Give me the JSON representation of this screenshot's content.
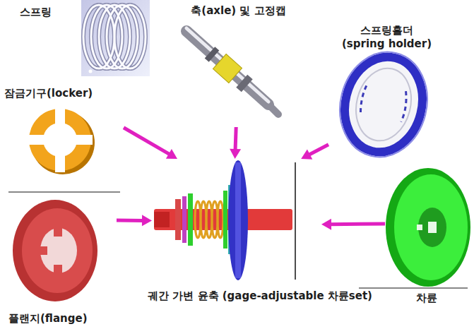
{
  "diagram": {
    "nodes": [
      {
        "text": [
          "스프링"
        ]
      },
      {
        "text": [
          "축(axle) 및 고정캡"
        ]
      },
      {
        "text": [
          "스프링홀더 (spring holder)"
        ]
      },
      {
        "text": [
          "잠금기구(locker)"
        ]
      },
      {
        "text": [
          "궤간 가변 윤축 (gage-adjustable 차륜set)"
        ]
      },
      {
        "text": [
          "플랜지(flange)"
        ]
      },
      {
        "text": [
          "차륜"
        ]
      }
    ],
    "edges": [
      {
        "from": 1,
        "to": 4,
        "arrow": "to"
      },
      {
        "from": 3,
        "to": 4,
        "arrow": "to"
      },
      {
        "from": 2,
        "to": 4,
        "arrow": "to"
      },
      {
        "from": 5,
        "to": 4,
        "arrow": "to"
      },
      {
        "from": 6,
        "to": 4,
        "arrow": "to"
      }
    ]
  }
}
